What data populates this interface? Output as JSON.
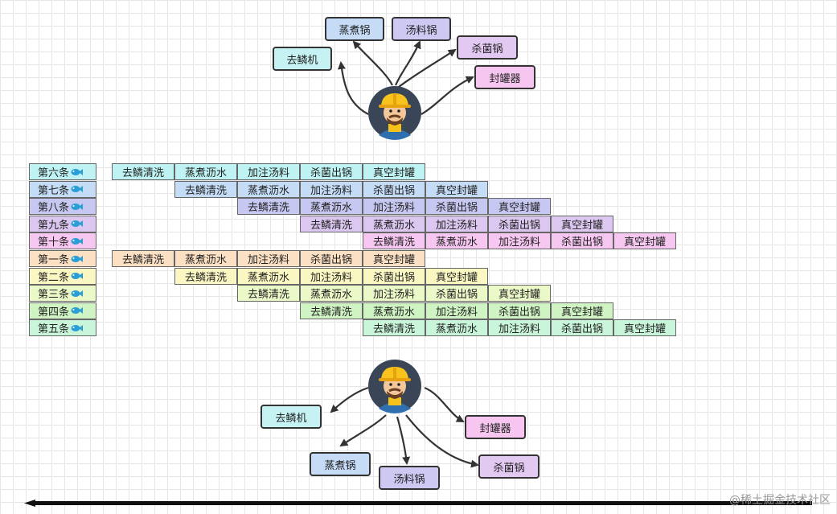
{
  "colors": {
    "cyan": "#bff3f3",
    "blue": "#c4dcf5",
    "periwinkle": "#c7c8f2",
    "lilac": "#dcc7f0",
    "pink": "#f6c7f0",
    "peach": "#fbe0c3",
    "yellow": "#fbf7c2",
    "lightgreen": "#ebf8c7",
    "green": "#cff3c2",
    "mint": "#c9f5da"
  },
  "top_diagram": {
    "machines": [
      {
        "label": "蒸煮锅",
        "color": "#c6dcf6"
      },
      {
        "label": "汤料锅",
        "color": "#cdc9f3"
      },
      {
        "label": "去鳞机",
        "color": "#c6f2f4"
      },
      {
        "label": "杀菌锅",
        "color": "#e2c9f2"
      },
      {
        "label": "封罐器",
        "color": "#f6c6f0"
      }
    ]
  },
  "schedule": {
    "rows": [
      {
        "label": "第六条",
        "color": "#bff3f3",
        "steps": [
          "去鳞清洗",
          "蒸煮沥水",
          "加注汤料",
          "杀菌出锅",
          "真空封罐"
        ]
      },
      {
        "label": "第七条",
        "color": "#c4dcf5",
        "steps": [
          "去鳞清洗",
          "蒸煮沥水",
          "加注汤料",
          "杀菌出锅",
          "真空封罐"
        ]
      },
      {
        "label": "第八条",
        "color": "#c7c8f2",
        "steps": [
          "去鳞清洗",
          "蒸煮沥水",
          "加注汤料",
          "杀菌出锅",
          "真空封罐"
        ]
      },
      {
        "label": "第九条",
        "color": "#dcc7f0",
        "steps": [
          "去鳞清洗",
          "蒸煮沥水",
          "加注汤料",
          "杀菌出锅",
          "真空封罐"
        ]
      },
      {
        "label": "第十条",
        "color": "#f6c7f0",
        "steps": [
          "去鳞清洗",
          "蒸煮沥水",
          "加注汤料",
          "杀菌出锅",
          "真空封罐"
        ]
      },
      {
        "label": "第一条",
        "color": "#fbe0c3",
        "steps": [
          "去鳞清洗",
          "蒸煮沥水",
          "加注汤料",
          "杀菌出锅",
          "真空封罐"
        ]
      },
      {
        "label": "第二条",
        "color": "#fbf7c2",
        "steps": [
          "去鳞清洗",
          "蒸煮沥水",
          "加注汤料",
          "杀菌出锅",
          "真空封罐"
        ]
      },
      {
        "label": "第三条",
        "color": "#ebf8c7",
        "steps": [
          "去鳞清洗",
          "蒸煮沥水",
          "加注汤料",
          "杀菌出锅",
          "真空封罐"
        ]
      },
      {
        "label": "第四条",
        "color": "#cff3c2",
        "steps": [
          "去鳞清洗",
          "蒸煮沥水",
          "加注汤料",
          "杀菌出锅",
          "真空封罐"
        ]
      },
      {
        "label": "第五条",
        "color": "#c9f5da",
        "steps": [
          "去鳞清洗",
          "蒸煮沥水",
          "加注汤料",
          "杀菌出锅",
          "真空封罐"
        ]
      }
    ]
  },
  "bottom_diagram": {
    "machines": [
      {
        "label": "去鳞机",
        "color": "#c6f2f4"
      },
      {
        "label": "封罐器",
        "color": "#f6c6f0"
      },
      {
        "label": "蒸煮锅",
        "color": "#c6dcf6"
      },
      {
        "label": "汤料锅",
        "color": "#cdc9f3"
      },
      {
        "label": "杀菌锅",
        "color": "#e2c9f2"
      }
    ]
  },
  "watermark": "@稀土掘金技术社区"
}
